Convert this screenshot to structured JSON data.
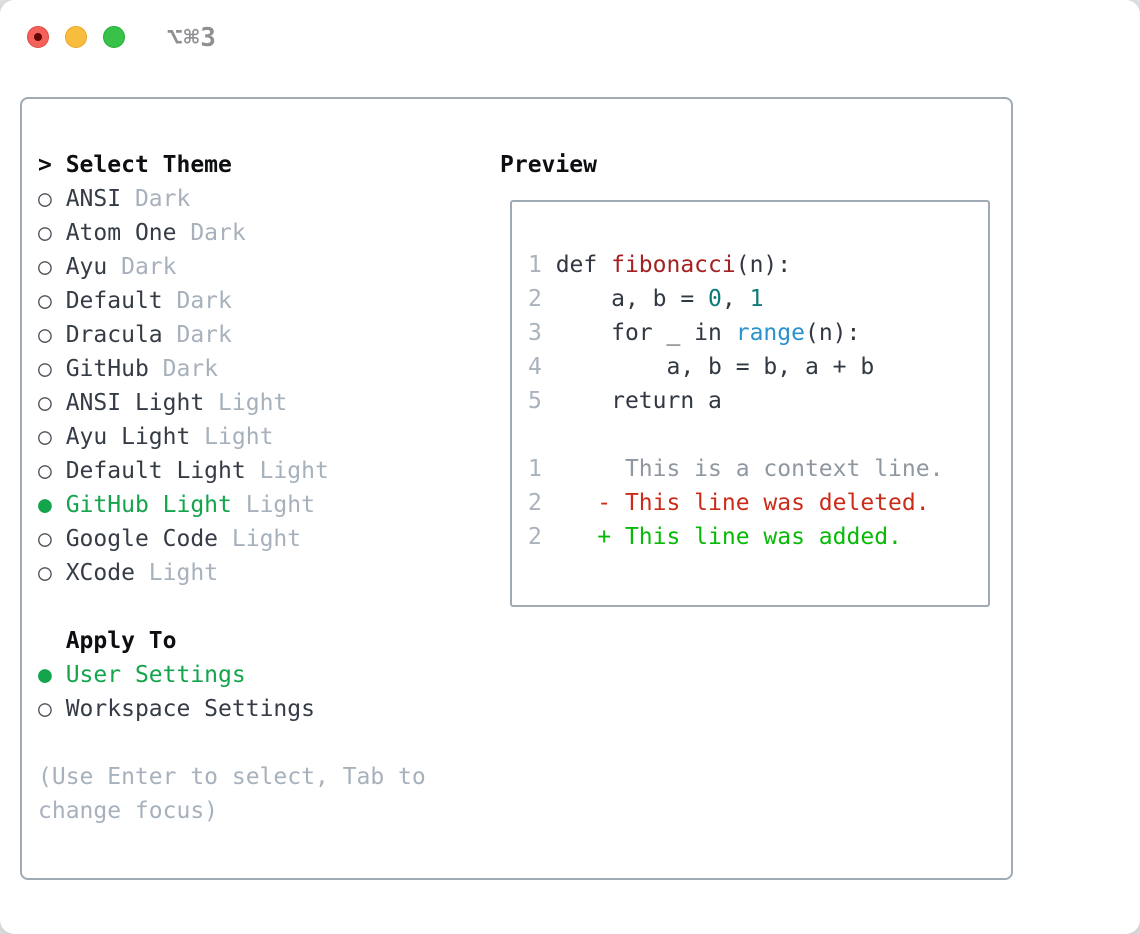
{
  "titlebar": {
    "title": "⌥⌘3",
    "buttons": [
      {
        "name": "close"
      },
      {
        "name": "minimize"
      },
      {
        "name": "maximize"
      }
    ]
  },
  "theme_menu": {
    "header_marker": ">",
    "header": "Select Theme",
    "markers": {
      "selected": "●",
      "unselected": "○"
    },
    "items": [
      {
        "name": "ANSI",
        "variant": "Dark",
        "selected": false
      },
      {
        "name": "Atom One",
        "variant": "Dark",
        "selected": false
      },
      {
        "name": "Ayu",
        "variant": "Dark",
        "selected": false
      },
      {
        "name": "Default",
        "variant": "Dark",
        "selected": false
      },
      {
        "name": "Dracula",
        "variant": "Dark",
        "selected": false
      },
      {
        "name": "GitHub",
        "variant": "Dark",
        "selected": false
      },
      {
        "name": "ANSI Light",
        "variant": "Light",
        "selected": false
      },
      {
        "name": "Ayu Light",
        "variant": "Light",
        "selected": false
      },
      {
        "name": "Default Light",
        "variant": "Light",
        "selected": false
      },
      {
        "name": "GitHub Light",
        "variant": "Light",
        "selected": true
      },
      {
        "name": "Google Code",
        "variant": "Light",
        "selected": false
      },
      {
        "name": "XCode",
        "variant": "Light",
        "selected": false
      }
    ],
    "apply_header": "Apply To",
    "apply_items": [
      {
        "name": "User Settings",
        "selected": true
      },
      {
        "name": "Workspace Settings",
        "selected": false
      }
    ],
    "hint_lines": [
      "(Use Enter to select, Tab to",
      "change focus)"
    ]
  },
  "preview": {
    "title": "Preview",
    "lines": [
      {
        "num": "1",
        "tokens": [
          {
            "t": "def ",
            "c": "code"
          },
          {
            "t": "fibonacci",
            "c": "fn"
          },
          {
            "t": "(n):",
            "c": "code"
          }
        ]
      },
      {
        "num": "2",
        "tokens": [
          {
            "t": "    a, b = ",
            "c": "code"
          },
          {
            "t": "0",
            "c": "num"
          },
          {
            "t": ", ",
            "c": "code"
          },
          {
            "t": "1",
            "c": "num"
          }
        ]
      },
      {
        "num": "3",
        "tokens": [
          {
            "t": "    for _ in ",
            "c": "code"
          },
          {
            "t": "range",
            "c": "blt"
          },
          {
            "t": "(n):",
            "c": "code"
          }
        ]
      },
      {
        "num": "4",
        "tokens": [
          {
            "t": "        a, b = b, a + b",
            "c": "code"
          }
        ]
      },
      {
        "num": "5",
        "tokens": [
          {
            "t": "    return a",
            "c": "code"
          }
        ]
      },
      {
        "num": "",
        "tokens": []
      },
      {
        "num": "1",
        "tokens": [
          {
            "t": "     This is a context line.",
            "c": "ctx"
          }
        ]
      },
      {
        "num": "2",
        "tokens": [
          {
            "t": "   - This line was deleted.",
            "c": "del"
          }
        ]
      },
      {
        "num": "2",
        "tokens": [
          {
            "t": "   + This line was added.",
            "c": "add"
          }
        ]
      }
    ]
  },
  "colors": {
    "selected_green": "#14a44c",
    "added_green": "#08ba08",
    "deleted_red": "#cb2c1a",
    "function_red": "#a52020",
    "number_teal": "#0d7b78",
    "builtin_blue": "#2a91cf",
    "muted_gray": "#a7b1bc",
    "context_gray": "#8f97a0",
    "code_dark": "#313842",
    "panel_border": "#a0aab4",
    "traffic_red": "#f4605a",
    "traffic_yellow": "#f9bd3e",
    "traffic_green": "#39c24a"
  }
}
